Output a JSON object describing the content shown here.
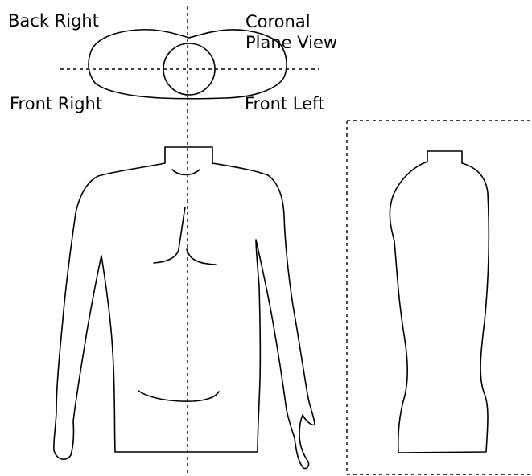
{
  "labels": {
    "back_right": "Back Right",
    "coronal_line1": "Coronal",
    "coronal_line2": "Plane View",
    "front_right": "Front Right",
    "front_left": "Front Left"
  }
}
